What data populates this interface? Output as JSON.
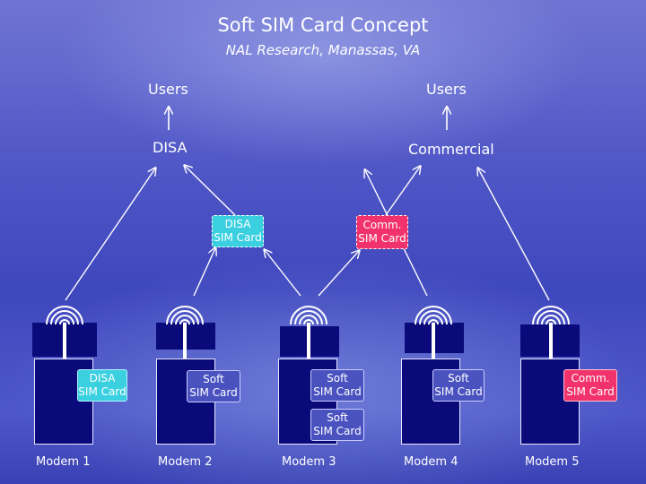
{
  "title": "Soft SIM Card Concept",
  "subtitle": "NAL Research, Manassas, VA",
  "networks": [
    {
      "users_label": "Users",
      "network_label": "DISA"
    },
    {
      "users_label": "Users",
      "network_label": "Commercial"
    }
  ],
  "network_cards": [
    {
      "line1": "DISA",
      "line2": "SIM Card"
    },
    {
      "line1": "Comm.",
      "line2": "SIM Card"
    }
  ],
  "modems": [
    {
      "label": "Modem 1",
      "cards": [
        {
          "line1": "DISA",
          "line2": "SIM Card",
          "kind": "disa"
        }
      ]
    },
    {
      "label": "Modem 2",
      "cards": [
        {
          "line1": "Soft",
          "line2": "SIM Card",
          "kind": "soft"
        }
      ]
    },
    {
      "label": "Modem 3",
      "cards": [
        {
          "line1": "Soft",
          "line2": "SIM Card",
          "kind": "soft"
        },
        {
          "line1": "Soft",
          "line2": "SIM Card",
          "kind": "soft"
        }
      ]
    },
    {
      "label": "Modem 4",
      "cards": [
        {
          "line1": "Soft",
          "line2": "SIM Card",
          "kind": "soft"
        }
      ]
    },
    {
      "label": "Modem 5",
      "cards": [
        {
          "line1": "Comm.",
          "line2": "SIM Card",
          "kind": "comm"
        }
      ]
    }
  ],
  "colors": {
    "background": "#4f56c6",
    "modem": "#0a0a7a",
    "disa_card": "#3ad0e0",
    "comm_card": "#f2326a",
    "soft_card": "#4a52c0"
  },
  "icons": [
    "antenna-signal-icon",
    "arrow-up-icon"
  ]
}
